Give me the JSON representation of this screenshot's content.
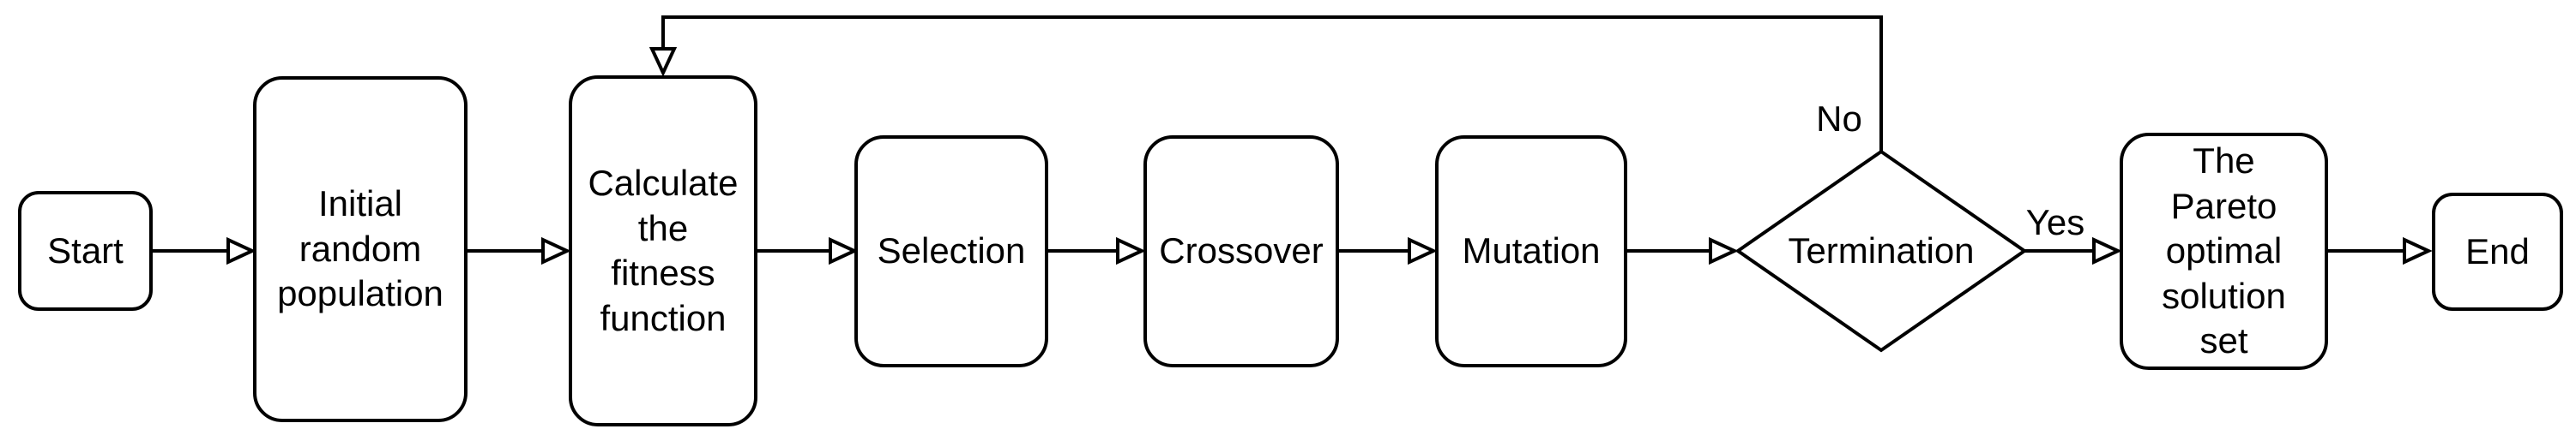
{
  "diagram": {
    "type": "flowchart",
    "colors": {
      "background": "#ffffff",
      "line": "#000000",
      "node_fill": "#ffffff",
      "text": "#000000"
    }
  },
  "nodes": {
    "start": {
      "label": "Start",
      "shape": "rounded-rect"
    },
    "initial_random_population": {
      "label": "Initial\nrandom\npopulation",
      "shape": "rounded-rect"
    },
    "calculate_fitness_function": {
      "label": "Calculate\nthe\nfitness\nfunction",
      "shape": "rounded-rect"
    },
    "selection": {
      "label": "Selection",
      "shape": "rounded-rect"
    },
    "crossover": {
      "label": "Crossover",
      "shape": "rounded-rect"
    },
    "mutation": {
      "label": "Mutation",
      "shape": "rounded-rect"
    },
    "termination": {
      "label": "Termination",
      "shape": "diamond"
    },
    "pareto_optimal_solution_set": {
      "label": "The\nPareto\noptimal\nsolution\nset",
      "shape": "rounded-rect"
    },
    "end": {
      "label": "End",
      "shape": "rounded-rect"
    }
  },
  "edges": [
    {
      "from": "start",
      "to": "initial_random_population",
      "label": ""
    },
    {
      "from": "initial_random_population",
      "to": "calculate_fitness_function",
      "label": ""
    },
    {
      "from": "calculate_fitness_function",
      "to": "selection",
      "label": ""
    },
    {
      "from": "selection",
      "to": "crossover",
      "label": ""
    },
    {
      "from": "crossover",
      "to": "mutation",
      "label": ""
    },
    {
      "from": "mutation",
      "to": "termination",
      "label": ""
    },
    {
      "from": "termination",
      "to": "pareto_optimal_solution_set",
      "label": "Yes"
    },
    {
      "from": "termination",
      "to": "calculate_fitness_function",
      "label": "No"
    },
    {
      "from": "pareto_optimal_solution_set",
      "to": "end",
      "label": ""
    }
  ]
}
